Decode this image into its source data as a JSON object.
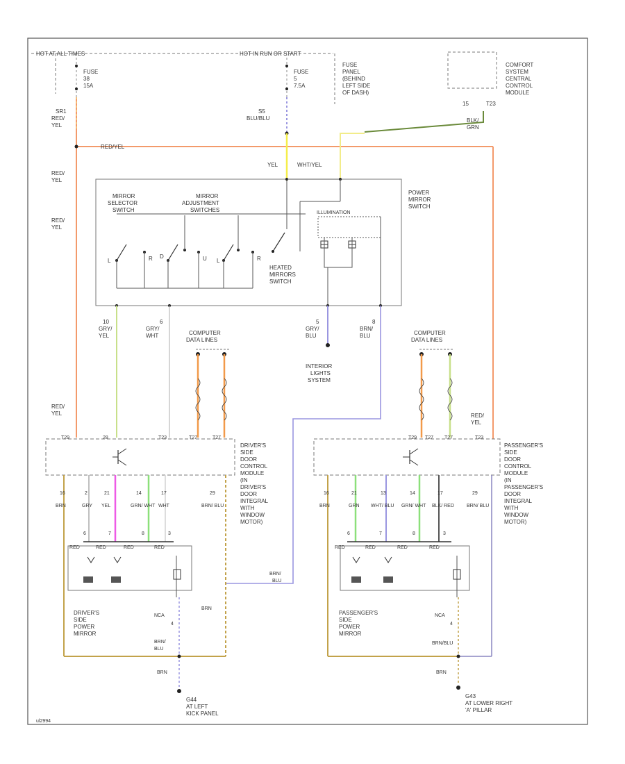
{
  "power": {
    "hot_at_all_times": "HOT AT ALL TIMES",
    "hot_run_start": "HOT IN RUN OR START",
    "fuse_left": [
      "FUSE",
      "38",
      "15A"
    ],
    "fuse_mid": [
      "FUSE",
      "5",
      "7.5A"
    ],
    "fuse_panel": [
      "FUSE",
      "PANEL",
      "(BEHIND",
      "LEFT SIDE",
      "OF DASH)"
    ]
  },
  "comfort_module": {
    "label": [
      "COMFORT",
      "SYSTEM",
      "CENTRAL",
      "CONTROL",
      "MODULE"
    ],
    "pin": "15",
    "connector": "T23",
    "wire": [
      "BLK/",
      "GRN"
    ]
  },
  "wires": {
    "w_red_yel_top": [
      "SR1",
      "RED/",
      "YEL"
    ],
    "w_blu_blu": [
      "S5",
      "BLU/BLU"
    ],
    "w_red_yel_h": "RED/YEL",
    "w_red_yel_2": [
      "RED/",
      "YEL"
    ],
    "w_red_yel_3": [
      "RED/",
      "YEL"
    ],
    "w_yel": "YEL",
    "w_wht_yel": "WHT/YEL",
    "w_gry_yel": [
      "10",
      "GRY/",
      "YEL"
    ],
    "w_gry_wht": [
      "6",
      "GRY/",
      "WHT"
    ],
    "w_gry_blu": [
      "5",
      "GRY/",
      "BLU"
    ],
    "w_brn_blu": [
      "8",
      "BRN/",
      "BLU"
    ],
    "w_red_yel_l": [
      "RED/",
      "YEL"
    ],
    "w_red_yel_r": [
      "RED/",
      "YEL"
    ]
  },
  "power_mirror_switch": {
    "label": [
      "POWER",
      "MIRROR",
      "SWITCH"
    ],
    "selector": [
      "MIRROR",
      "SELECTOR",
      "SWITCH"
    ],
    "adjustment": [
      "MIRROR",
      "ADJUSTMENT",
      "SWITCHES"
    ],
    "heated": [
      "HEATED",
      "MIRRORS",
      "SWITCH"
    ],
    "illumination": "ILLUMINATION",
    "marks": [
      "L",
      "R",
      "D",
      "U",
      "L",
      "R"
    ]
  },
  "computer_lines_left": [
    "COMPUTER",
    "DATA LINES"
  ],
  "computer_lines_right": [
    "COMPUTER",
    "DATA LINES"
  ],
  "interior_lights": [
    "INTERIOR",
    "LIGHTS",
    "SYSTEM"
  ],
  "driver_module": {
    "label": [
      "DRIVER'S",
      "SIDE",
      "DOOR",
      "CONTROL",
      "MODULE",
      "(IN",
      "DRIVER'S",
      "DOOR",
      "INTEGRAL",
      "WITH",
      "WINDOW",
      "MOTOR)"
    ],
    "top_pins": [
      "T29",
      "28",
      "T23",
      "T27",
      "T27"
    ],
    "bottom_pins": [
      {
        "pin": "16",
        "wire": "BRN"
      },
      {
        "pin": "2",
        "wire": "GRY"
      },
      {
        "pin": "21",
        "wire": "YEL"
      },
      {
        "pin": "14",
        "wire": "GRN/ WHT"
      },
      {
        "pin": "17",
        "wire": "WHT"
      },
      {
        "pin": "29",
        "wire": "BRN/ BLU"
      }
    ],
    "mirror_pins": [
      "6",
      "7",
      "8",
      "3"
    ],
    "mirror_wires": [
      "RED",
      "RED",
      "RED",
      "RED"
    ],
    "mirror_label": [
      "DRIVER'S",
      "SIDE",
      "POWER",
      "MIRROR"
    ],
    "ground_wire": [
      "BRN/",
      "BLU"
    ],
    "nca": [
      "NCA",
      "4"
    ],
    "brn": "BRN",
    "brn_blu_bottom": [
      "BRN/",
      "BLU"
    ],
    "ground": [
      "G44",
      "AT LEFT",
      "KICK PANEL"
    ]
  },
  "passenger_module": {
    "label": [
      "PASSENGER'S",
      "SIDE",
      "DOOR",
      "CONTROL",
      "MODULE",
      "(IN",
      "PASSENGER'S",
      "DOOR",
      "INTEGRAL",
      "WITH",
      "WINDOW",
      "MOTOR)"
    ],
    "top_pins": [
      "T29",
      "T27",
      "T27",
      "T23"
    ],
    "bottom_pins": [
      {
        "pin": "16",
        "wire": "BRN"
      },
      {
        "pin": "21",
        "wire": "GRN"
      },
      {
        "pin": "13",
        "wire": "WHT/ BLU"
      },
      {
        "pin": "14",
        "wire": "GRN/ WHT"
      },
      {
        "pin": "17",
        "wire": "BLK/ RED"
      },
      {
        "pin": "29",
        "wire": "BRN/ BLU"
      }
    ],
    "mirror_pins": [
      "6",
      "7",
      "8",
      "3"
    ],
    "mirror_wires": [
      "RED",
      "RED",
      "RED",
      "RED"
    ],
    "mirror_label": [
      "PASSENGER'S",
      "SIDE",
      "POWER",
      "MIRROR"
    ],
    "nca": [
      "NCA",
      "4"
    ],
    "brn_blu": "BRN/BLU",
    "brn": "BRN",
    "ground": [
      "G43",
      "AT LOWER RIGHT",
      "'A' PILLAR"
    ]
  },
  "footer_code": "ul2994",
  "colors": {
    "red_yel": "#f39a6b",
    "gry_yel": "#c8e08a",
    "blu": "#9a96e0",
    "yel": "#f5ee4a",
    "wht_yel": "#f2ec8a",
    "blk_grn": "#6a8a3a",
    "orange": "#f29a4a",
    "green": "#8ce07a",
    "magenta": "#ee5ae6",
    "brn": "#c2a24a",
    "brn_blu": "#8a86c0",
    "frame": "#444444"
  }
}
